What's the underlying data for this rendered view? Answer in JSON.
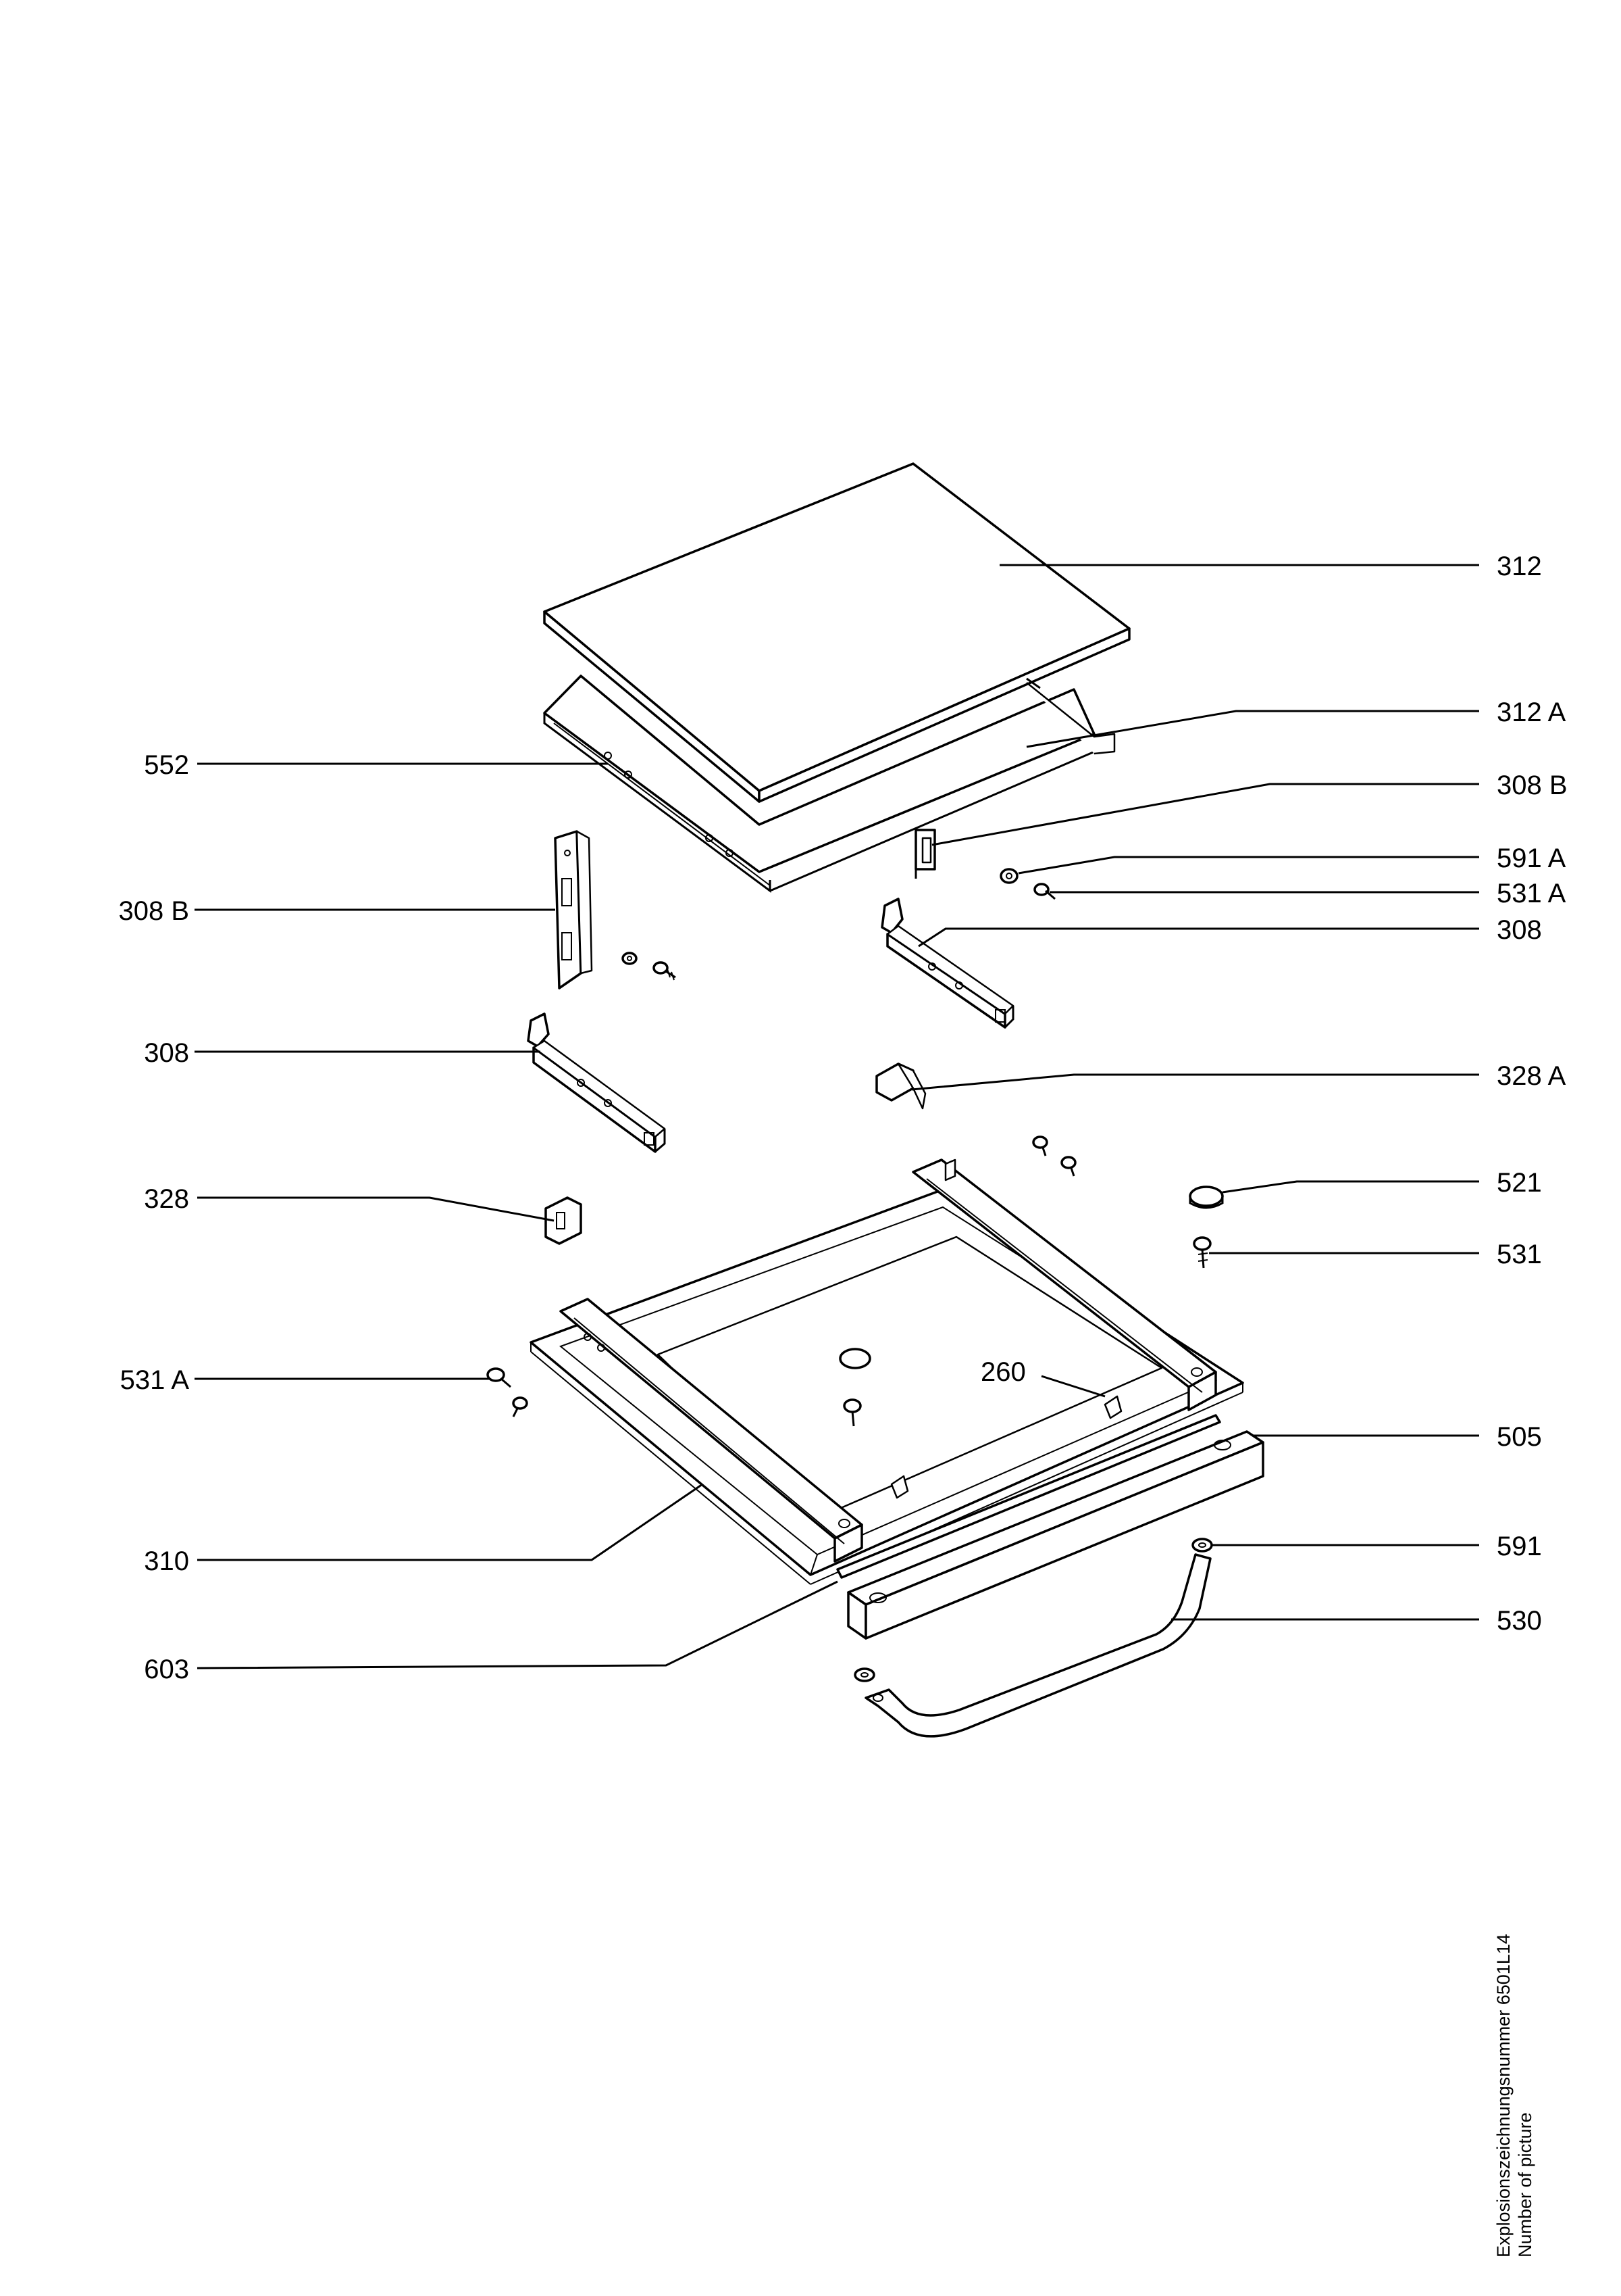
{
  "labels": {
    "l312": "312",
    "l312a": "312 A",
    "l552": "552",
    "l308b_r": "308 B",
    "l591a": "591 A",
    "l531a_r": "531 A",
    "l308b_l": "308 B",
    "l308_r": "308",
    "l308_l": "308",
    "l328a": "328 A",
    "l328": "328",
    "l521": "521",
    "l531": "531",
    "l531a_l": "531 A",
    "l260": "260",
    "l505": "505",
    "l310": "310",
    "l591": "591",
    "l530": "530",
    "l603": "603"
  },
  "caption": {
    "line1": "Explosionszeichnungsnummer 6501L14",
    "line2": "Number of picture"
  }
}
